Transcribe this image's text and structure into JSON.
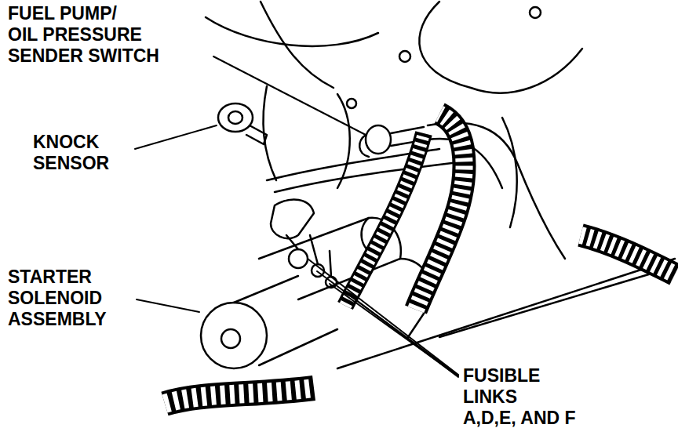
{
  "diagram": {
    "labels": [
      "FUEL PUMP/ OIL PRESSURE SENDER SWITCH",
      "KNOCK SENSOR",
      "STARTER SOLENOID ASSEMBLY",
      "FUSIBLE LINKS A,D,E, AND F"
    ]
  }
}
